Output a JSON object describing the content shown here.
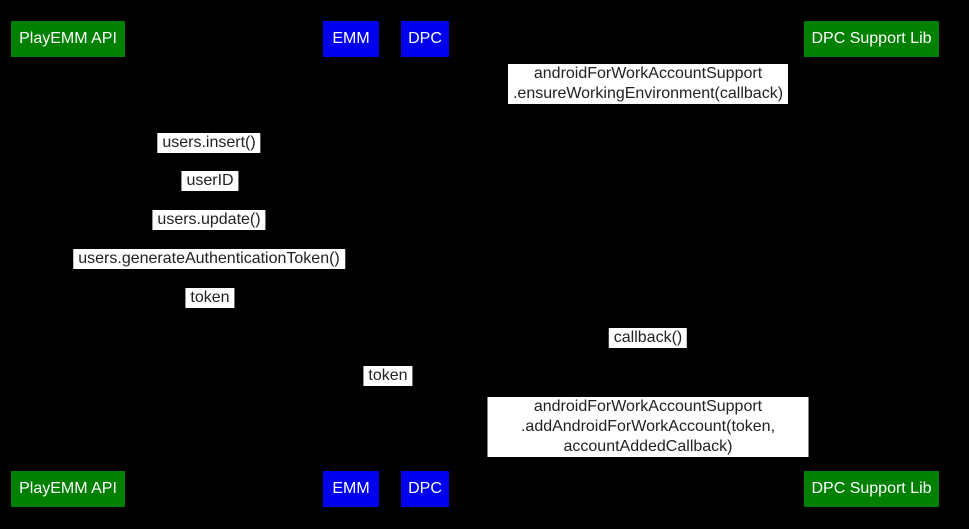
{
  "diagram": {
    "type": "sequence-diagram",
    "colors": {
      "background": "#000000",
      "actor_green": "#008000",
      "actor_blue": "#0000ee",
      "actor_text": "#ffffff",
      "message_background": "#ffffff",
      "message_text": "#222222"
    },
    "actors": {
      "playemm_api": "PlayEMM API",
      "emm": "EMM",
      "dpc": "DPC",
      "dpc_support_lib": "DPC Support Lib"
    },
    "messages": {
      "ensure_env": "androidForWorkAccountSupport\n.ensureWorkingEnvironment(callback)",
      "users_insert": "users.insert()",
      "user_id": "userID",
      "users_update": "users.update()",
      "generate_auth_token": "users.generateAuthenticationToken()",
      "token_1": "token",
      "callback": "callback()",
      "token_2": "token",
      "add_account": "androidForWorkAccountSupport\n.addAndroidForWorkAccount(token, accountAddedCallback)"
    }
  }
}
